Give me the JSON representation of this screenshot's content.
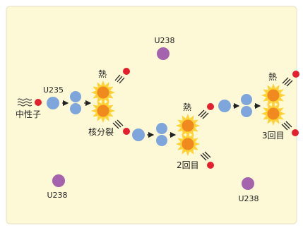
{
  "labels": {
    "neutron": "中性子",
    "u235": "U235",
    "u238": "U238",
    "heat": "熱",
    "fission": "核分裂",
    "second": "2回目",
    "third": "3回目"
  },
  "colors": {
    "background": "#FDF9D6",
    "border": "#E7E1C4",
    "neutron": "#E5202E",
    "uranium235": "#7EA6DC",
    "uranium238": "#A463AC",
    "fragment": "#F08A1F",
    "burst": "#FFD338",
    "arrow": "#222222"
  }
}
